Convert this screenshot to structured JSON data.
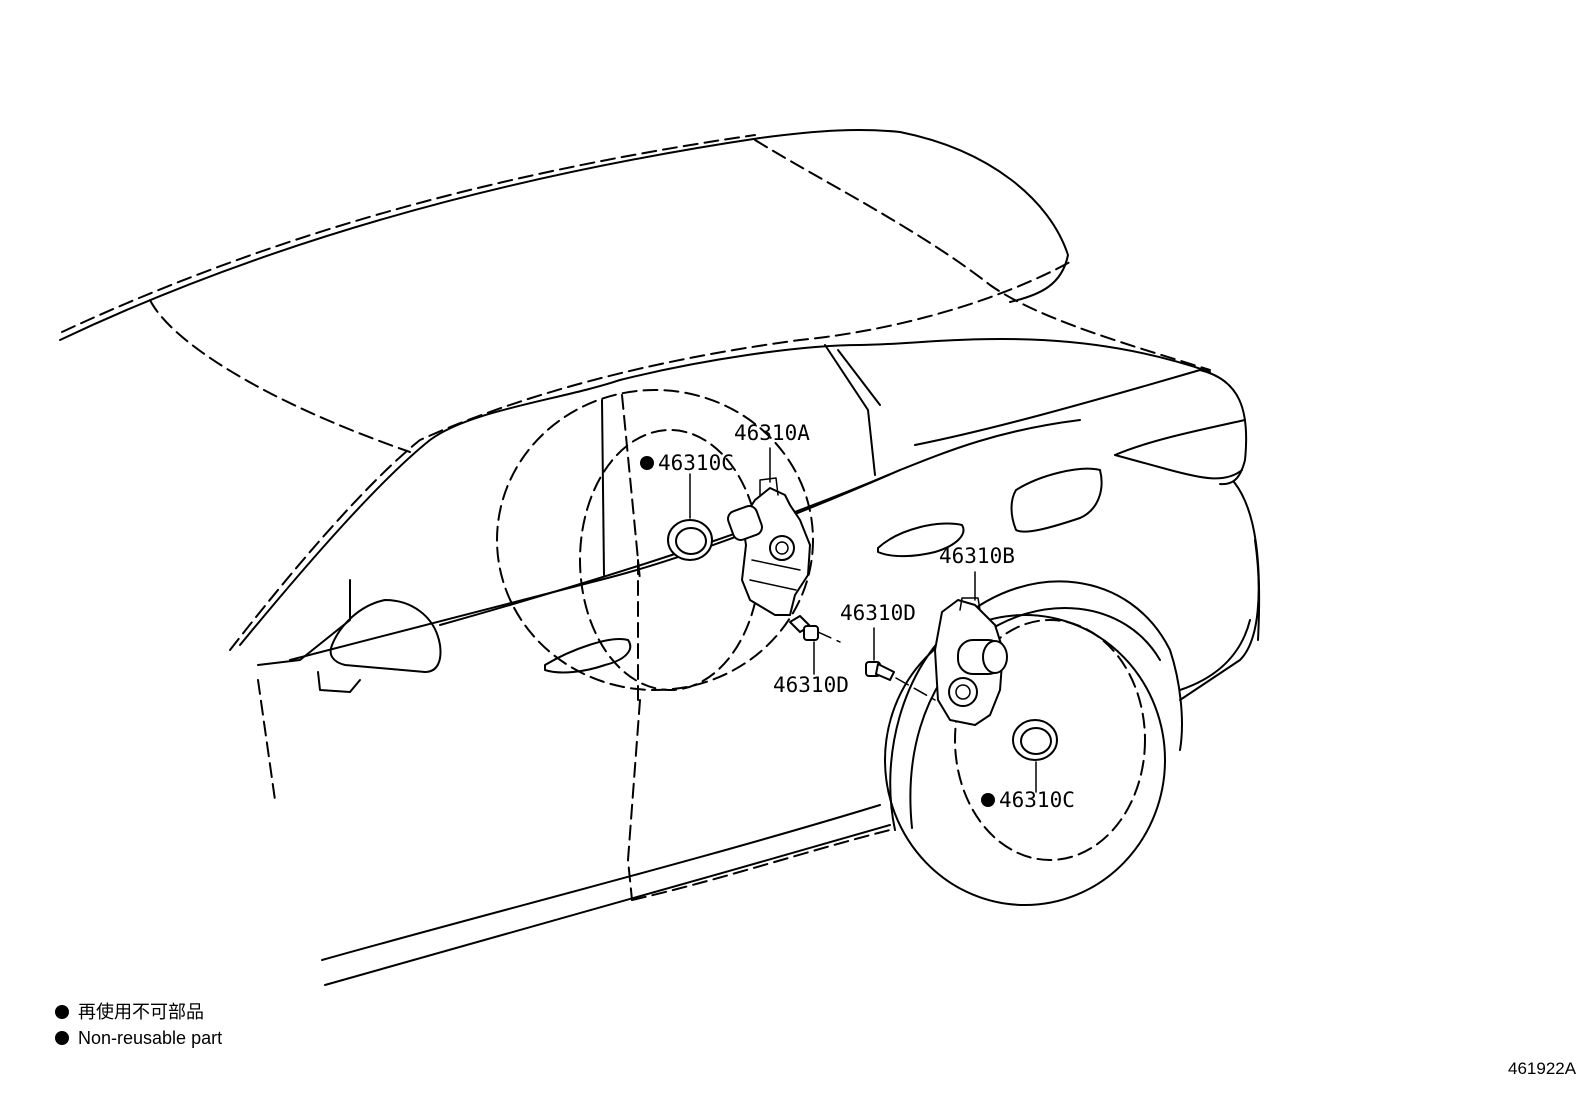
{
  "callouts": {
    "actuator_front": "46310A",
    "actuator_rear": "46310B",
    "seal_front": "46310C",
    "seal_rear": "46310C",
    "bolt_front": "46310D",
    "bolt_rear": "46310D"
  },
  "legend": {
    "japanese": "再使用不可部品",
    "english": "Non-reusable part"
  },
  "drawing_code": "461922A"
}
